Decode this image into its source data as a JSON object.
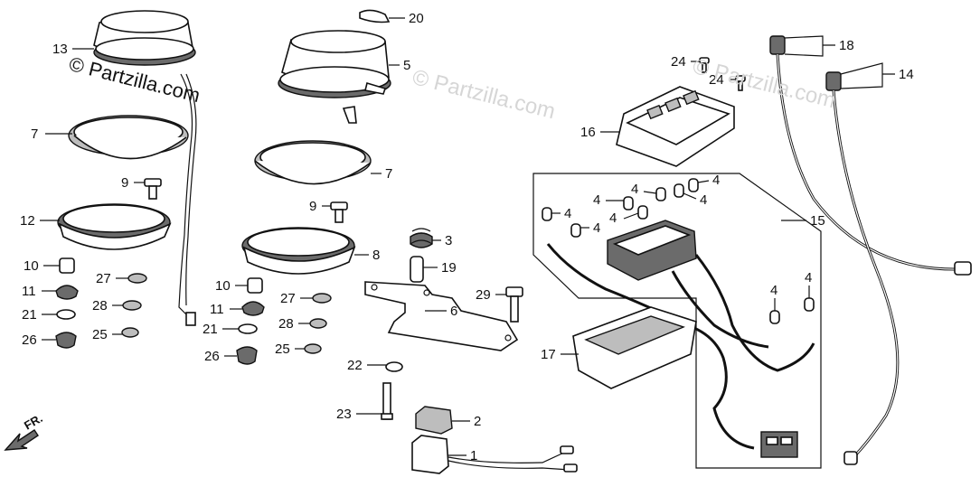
{
  "watermark": {
    "main": "© Partzilla.com",
    "faint": "© Partzilla.com"
  },
  "direction_label": "FR.",
  "callouts": [
    "20",
    "13",
    "5",
    "7",
    "7",
    "9",
    "9",
    "12",
    "8",
    "3",
    "19",
    "10",
    "10",
    "11",
    "11",
    "27",
    "27",
    "28",
    "28",
    "21",
    "21",
    "26",
    "26",
    "25",
    "25",
    "6",
    "29",
    "22",
    "23",
    "2",
    "1",
    "18",
    "14",
    "24",
    "24",
    "16",
    "15",
    "4",
    "4",
    "4",
    "4",
    "4",
    "4",
    "4",
    "4",
    "4",
    "17"
  ],
  "colors": {
    "ink": "#111111",
    "shade": "#6b6b6b",
    "light_shade": "#bdbdbd",
    "watermark_faint": "#d6d6d6"
  }
}
